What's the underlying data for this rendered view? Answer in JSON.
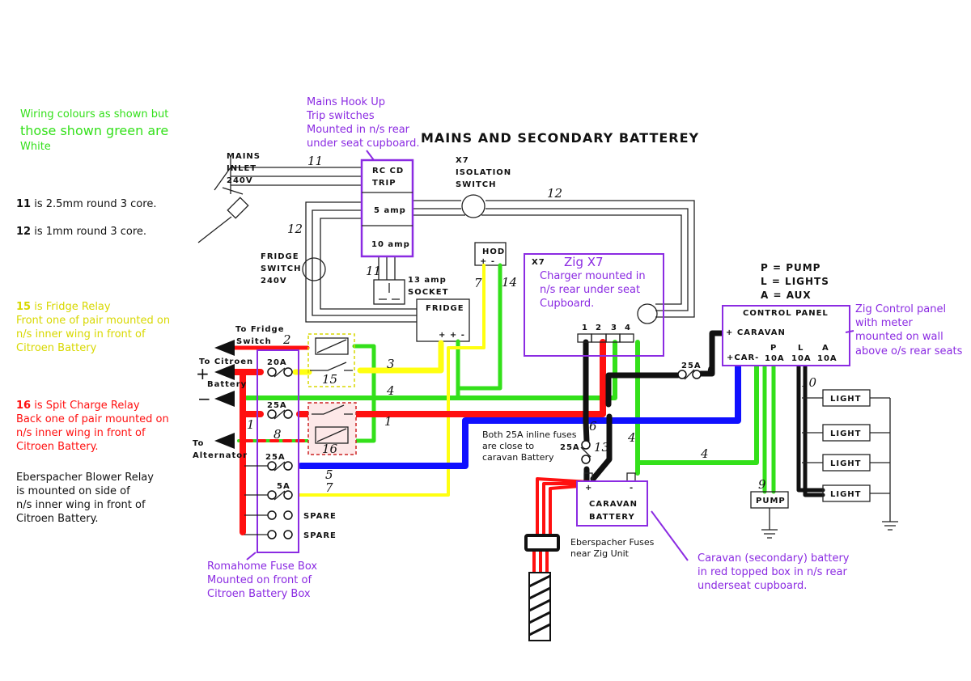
{
  "title": "MAINS AND SECONDARY BATTEREY",
  "colors": {
    "red": "#ff1010",
    "green": "#33e01a",
    "yellow": "#ffff10",
    "blue": "#1010ff",
    "black": "#111111",
    "purple": "#8b2be2"
  },
  "left_notes": {
    "wiring_colours": [
      "Wiring colours as shown but",
      "those shown green are",
      "White"
    ],
    "cable_11": {
      "num": "11",
      "text": " is 2.5mm round 3 core."
    },
    "cable_12": {
      "num": "12",
      "text": " is 1mm round 3 core."
    },
    "relay_15": {
      "num": "15",
      "text": " is Fridge Relay",
      "lines": [
        "Front one of pair mounted on",
        "n/s inner wing in front of",
        "Citroen Battery"
      ]
    },
    "relay_16": {
      "num": "16",
      "text": " is Spit Charge Relay",
      "lines": [
        "Back one of pair mounted on",
        "n/s inner wing in front of",
        "Citroen Battery."
      ]
    },
    "blower_relay": [
      "Eberspacher Blower Relay",
      "is mounted on side of",
      "n/s inner wing in front of",
      "Citroen Battery."
    ]
  },
  "callouts": {
    "mains_hookup": [
      "Mains Hook Up",
      "Trip switches",
      "Mounted in n/s rear",
      "under seat cupboard."
    ],
    "zig_x7": {
      "title": "Zig X7",
      "lines": [
        "Charger mounted in",
        "n/s rear under seat",
        "Cupboard."
      ]
    },
    "zig_control": [
      "Zig Control panel",
      "with meter",
      "mounted on wall",
      "above o/s rear seats"
    ],
    "fuse_box": [
      "Romahome Fuse Box",
      "Mounted on front of",
      "Citroen Battery Box"
    ],
    "caravan_battery": [
      "Caravan (secondary) battery",
      " in red topped box in n/s rear",
      "underseat cupboard."
    ],
    "inline_fuses": [
      "Both 25A inline fuses",
      "are close to",
      "caravan Battery"
    ],
    "eber_fuses": [
      "Eberspacher Fuses",
      "near Zig Unit"
    ]
  },
  "components": {
    "mains_inlet": [
      "MAINS",
      "INLET",
      "240V"
    ],
    "rcd": [
      "RC CD",
      "TRIP"
    ],
    "amp5": "5 amp",
    "amp10": "10 amp",
    "isolation": [
      "X7",
      "ISOLATION",
      "SWITCH"
    ],
    "fridge_switch": [
      "FRIDGE",
      "SWITCH",
      "240V"
    ],
    "socket": [
      "13 amp",
      "SOCKET"
    ],
    "fridge": "FRIDGE",
    "fridge_terms": "+ + -",
    "hod": "HOD",
    "hod_terms": "+  -",
    "x7_label": "X7",
    "x7_terminals": [
      "1",
      "2",
      "3",
      "4"
    ],
    "legend": [
      "P = PUMP",
      "L = LIGHTS",
      "A = AUX"
    ],
    "control_panel": "CONTROL PANEL",
    "cp_caravan": "+ CARAVAN",
    "cp_car": "+CAR-",
    "cp_outputs": [
      {
        "l": "P",
        "a": "10A"
      },
      {
        "l": "L",
        "a": "10A"
      },
      {
        "l": "A",
        "a": "10A"
      }
    ],
    "lights": [
      "LIGHT",
      "LIGHT",
      "LIGHT",
      "LIGHT"
    ],
    "pump": "PUMP",
    "caravan_battery": [
      "CARAVAN",
      "BATTERY"
    ],
    "battery_terms": [
      "+",
      "-"
    ],
    "inline_fuse_a": "25A",
    "inline_fuse_b": "25A",
    "fuses": [
      "20A",
      "25A",
      "25A",
      "5A"
    ],
    "spares": [
      "SPARE",
      "SPARE"
    ]
  },
  "arrows": {
    "fridge_switch": [
      "To Fridge",
      "Switch"
    ],
    "citroen_battery": [
      "To Citroen",
      "Battery"
    ],
    "plus": "+",
    "minus": "−",
    "alternator": [
      "To",
      "Alternator"
    ]
  },
  "wire_labels": [
    "11",
    "12",
    "12",
    "11",
    "7",
    "14",
    "2",
    "3",
    "4",
    "1",
    "1",
    "8",
    "15",
    "16",
    "5",
    "7",
    "6",
    "6",
    "13",
    "4",
    "4",
    "10",
    "9"
  ]
}
